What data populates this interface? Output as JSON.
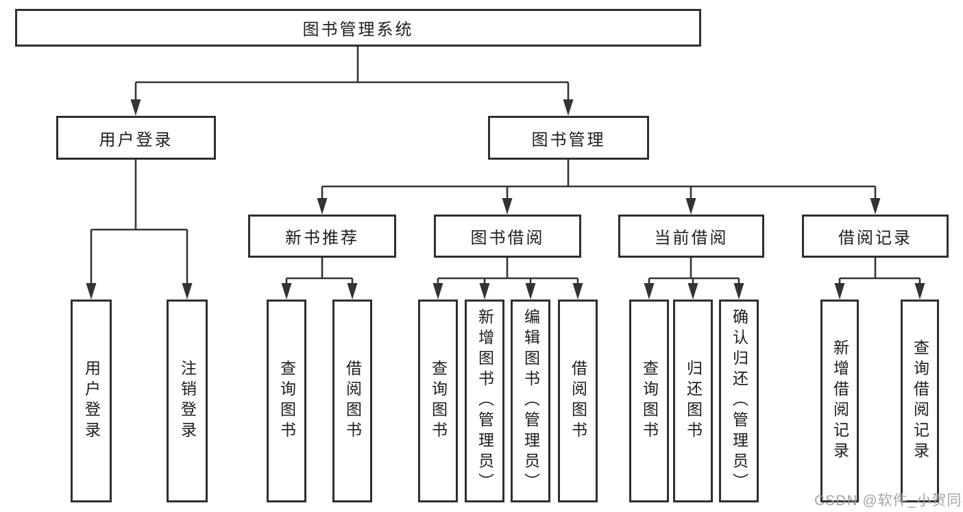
{
  "tree": {
    "root": {
      "label": "图书管理系统"
    },
    "branches": [
      {
        "label": "用户登录",
        "children": [
          {
            "label": "用户登录"
          },
          {
            "label": "注销登录"
          }
        ]
      },
      {
        "label": "图书管理",
        "sections": [
          {
            "label": "新书推荐",
            "children": [
              {
                "label": "查询图书"
              },
              {
                "label": "借阅图书"
              }
            ]
          },
          {
            "label": "图书借阅",
            "children": [
              {
                "label": "查询图书"
              },
              {
                "label": "新增图书（管理员）"
              },
              {
                "label": "编辑图书（管理员）"
              },
              {
                "label": "借阅图书"
              }
            ]
          },
          {
            "label": "当前借阅",
            "children": [
              {
                "label": "查询图书"
              },
              {
                "label": "归还图书"
              },
              {
                "label": "确认归还（管理员）"
              }
            ]
          },
          {
            "label": "借阅记录",
            "children": [
              {
                "label": "新增借阅记录"
              },
              {
                "label": "查询借阅记录"
              }
            ]
          }
        ]
      }
    ]
  },
  "watermark": {
    "text": "CSDN @软件_小贺同学"
  },
  "colors": {
    "line": "#333333",
    "box_border": "#2e2e2e",
    "text": "#1c1c1c",
    "watermark_text": "#9e9e9e",
    "background": "#ffffff"
  }
}
